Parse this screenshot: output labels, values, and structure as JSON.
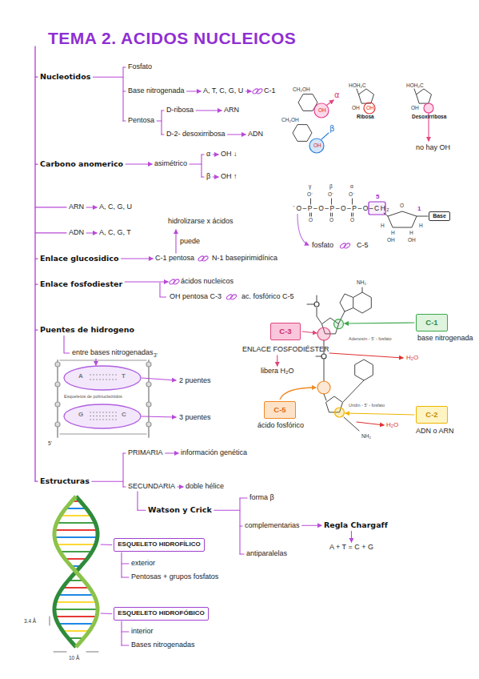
{
  "diagram": {
    "title": "TEMA 2. ACIDOS NUCLEICOS",
    "nodes": [
      {
        "text": [
          "Base"
        ]
      },
      {
        "text": [
          "C-3"
        ]
      },
      {
        "text": [
          "C-1"
        ]
      },
      {
        "text": [
          "C-5"
        ]
      },
      {
        "text": [
          "C-2"
        ]
      },
      {
        "text": [
          "ESQUELETO HIDROFÍLICO"
        ]
      },
      {
        "text": [
          "ESQUELETO HIDROFÓBICO"
        ]
      }
    ],
    "labels": [
      "Nucleotidos",
      "Fosfato",
      "Base nitrogenada",
      "A, T, C, G, U",
      "C-1",
      "Pentosa",
      "D-ribosa",
      "ARN",
      "D-2- desoxirribosa",
      "ADN",
      "CH₂OH",
      "OH",
      "α",
      "CH₂OH",
      "OH",
      "β",
      "HOH₂C",
      "OH",
      "OH",
      "Ribosa",
      "HOH₂C",
      "OH",
      "Desoxirribosa",
      "no hay OH",
      "Carbono anomerico",
      "asimétrico",
      "α",
      "OH ↓",
      "β",
      "OH ↑",
      "γ",
      "β",
      "α",
      "O⁻",
      "O⁻",
      "O⁻",
      "⁻O–P–O–P–O–P–O–CH₂",
      "O",
      "O",
      "O",
      "5",
      "O",
      "H",
      "H",
      "H",
      "H",
      "OH",
      "OH",
      "1",
      "fosfato",
      "C-5",
      "ARN",
      "A, C, G, U",
      "ADN",
      "A, C, G, T",
      "hidrolizarse x ácidos",
      "puede",
      "Enlace glucosidico",
      "C-1 pentosa",
      "N-1 basepirimidínica",
      "Enlace fosfodiester",
      "ácidos nucleicos",
      "OH pentosa C-3",
      "ac. fosfórico C-5",
      "NH₂",
      "Adenosín - 5' - fosfato",
      "ENLACE FOSFODIÉSTER",
      "libera H₂O",
      "base nitrogenada",
      "H₂O",
      "Uridín - 5' - fosfato",
      "ácido fosfórico",
      "H₂O",
      "NH₂",
      "ADN o ARN",
      "Puentes de hidrogeno",
      "entre bases nitrogenadas",
      "2 puentes",
      "3 puentes",
      "A",
      "T",
      "G",
      "C",
      "3'",
      "5'",
      "Esqueletos de polinucleótidos",
      "PRIMARIA",
      "información genética",
      "Estructuras",
      "SECUNDARIA",
      "doble hélice",
      "Watson y Crick",
      "forma β",
      "complementarias",
      "Regla Chargaff",
      "A + T = C + G",
      "antiparalelas",
      "exterior",
      "Pentosas + grupos fosfatos",
      "interior",
      "Bases nitrogenadas",
      "3.4 Å",
      "10 Å"
    ]
  }
}
